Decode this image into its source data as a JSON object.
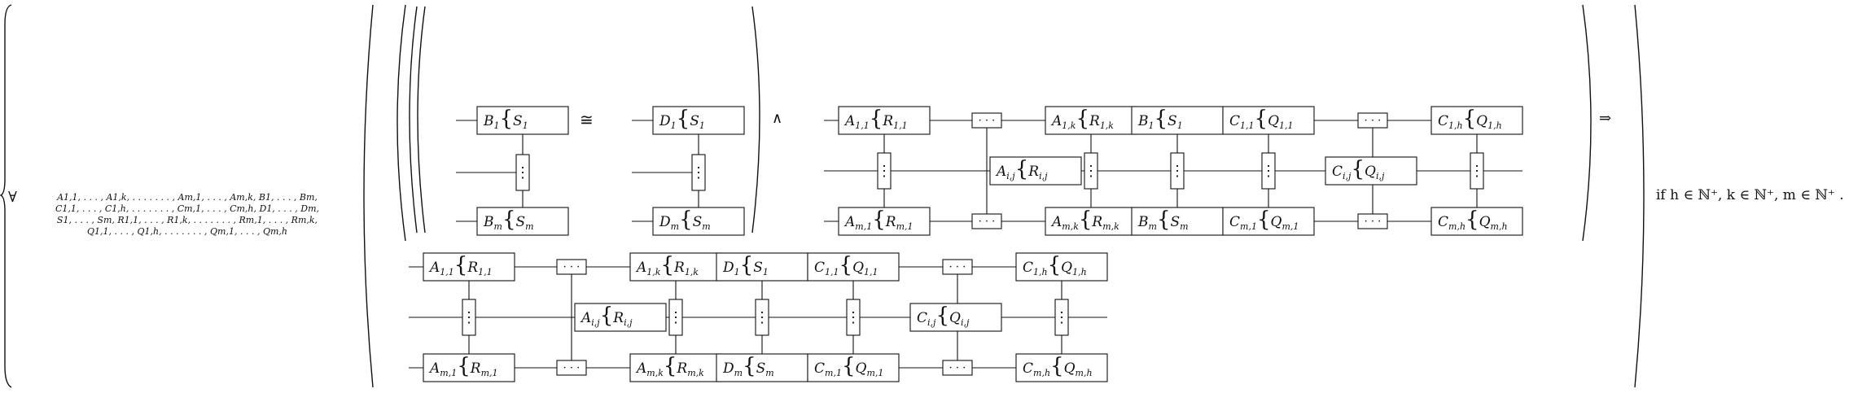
{
  "forall": "∀",
  "quantified_variables": [
    "A1,1, . . . , A1,k, . . . . . . . , Am,1, . . . , Am,k, B1, . . . , Bm,",
    "C1,1, . . . , C1,h, . . . . . . . , Cm,1, . . . , Cm,h, D1, . . . , Dm,",
    "S1, . . . , Sm, R1,1, . . . , R1,k, . . . . . . . , Rm,1, . . . , Rm,k,",
    "Q1,1, . . . , Q1,h, . . . . . . . , Qm,1, . . . , Qm,h"
  ],
  "congruence": "≅",
  "and": "∧",
  "implies": "⇒",
  "condition": "if h ∈ ℕ⁺, k ∈ ℕ⁺, m ∈ ℕ⁺ .",
  "dots_h": "· · ·",
  "dots_v": "⋮",
  "left_col": [
    {
      "base": "B",
      "sub": "1",
      "rel": "S",
      "rsub": "1"
    },
    {
      "base": "B",
      "sub": "m",
      "rel": "S",
      "rsub": "m"
    }
  ],
  "right_col": [
    {
      "base": "D",
      "sub": "1",
      "rel": "S",
      "rsub": "1"
    },
    {
      "base": "D",
      "sub": "m",
      "rel": "S",
      "rsub": "m"
    }
  ],
  "big_diagram": {
    "top": [
      {
        "base": "A",
        "sub": "1,1",
        "rel": "R",
        "rsub": "1,1"
      },
      {
        "dots": true
      },
      {
        "base": "A",
        "sub": "1,k",
        "rel": "R",
        "rsub": "1,k"
      },
      {
        "base": "B",
        "sub": "1",
        "rel": "S",
        "rsub": "1"
      },
      {
        "base": "C",
        "sub": "1,1",
        "rel": "Q",
        "rsub": "1,1"
      },
      {
        "dots": true
      },
      {
        "base": "C",
        "sub": "1,h",
        "rel": "Q",
        "rsub": "1,h"
      }
    ],
    "middle": [
      {
        "base": "A",
        "sub": "i,j",
        "rel": "R",
        "rsub": "i,j"
      },
      {
        "base": "C",
        "sub": "i,j",
        "rel": "Q",
        "rsub": "i,j"
      }
    ],
    "bottom": [
      {
        "base": "A",
        "sub": "m,1",
        "rel": "R",
        "rsub": "m,1"
      },
      {
        "dots": true
      },
      {
        "base": "A",
        "sub": "m,k",
        "rel": "R",
        "rsub": "m,k"
      },
      {
        "base": "B",
        "sub": "m",
        "rel": "S",
        "rsub": "m"
      },
      {
        "base": "C",
        "sub": "m,1",
        "rel": "Q",
        "rsub": "m,1"
      },
      {
        "dots": true
      },
      {
        "base": "C",
        "sub": "m,h",
        "rel": "Q",
        "rsub": "m,h"
      }
    ]
  },
  "result_diagram": {
    "top": [
      {
        "base": "A",
        "sub": "1,1",
        "rel": "R",
        "rsub": "1,1"
      },
      {
        "dots": true
      },
      {
        "base": "A",
        "sub": "1,k",
        "rel": "R",
        "rsub": "1,k"
      },
      {
        "base": "D",
        "sub": "1",
        "rel": "S",
        "rsub": "1"
      },
      {
        "base": "C",
        "sub": "1,1",
        "rel": "Q",
        "rsub": "1,1"
      },
      {
        "dots": true
      },
      {
        "base": "C",
        "sub": "1,h",
        "rel": "Q",
        "rsub": "1,h"
      }
    ],
    "middle": [
      {
        "base": "A",
        "sub": "i,j",
        "rel": "R",
        "rsub": "i,j"
      },
      {
        "base": "C",
        "sub": "i,j",
        "rel": "Q",
        "rsub": "i,j"
      }
    ],
    "bottom": [
      {
        "base": "A",
        "sub": "m,1",
        "rel": "R",
        "rsub": "m,1"
      },
      {
        "dots": true
      },
      {
        "base": "A",
        "sub": "m,k",
        "rel": "R",
        "rsub": "m,k"
      },
      {
        "base": "D",
        "sub": "m",
        "rel": "S",
        "rsub": "m"
      },
      {
        "base": "C",
        "sub": "m,1",
        "rel": "Q",
        "rsub": "m,1"
      },
      {
        "dots": true
      },
      {
        "base": "C",
        "sub": "m,h",
        "rel": "Q",
        "rsub": "m,h"
      }
    ]
  }
}
